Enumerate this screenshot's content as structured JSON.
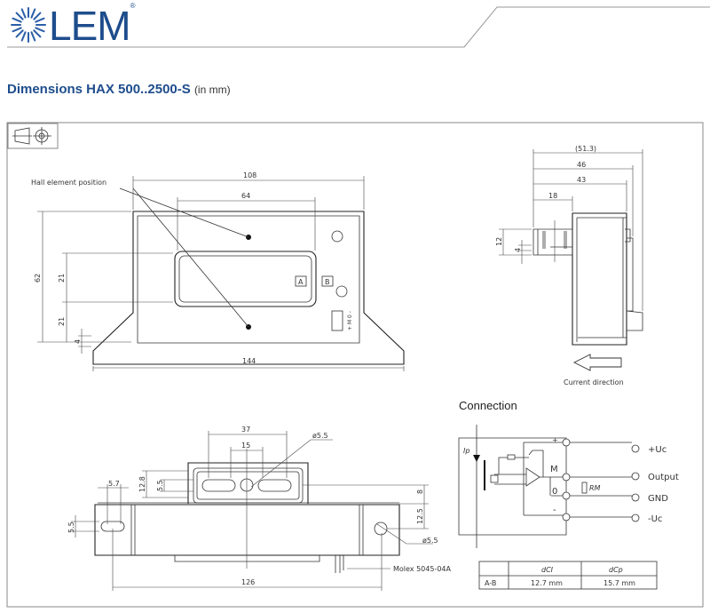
{
  "header": {
    "logo_text": "LEM",
    "registered_mark": "®"
  },
  "page": {
    "title": "Dimensions HAX 500..2500-S",
    "unit_note": "(in mm)"
  },
  "front_view": {
    "hall_label": "Hall element position",
    "dim_width_body": "108",
    "dim_aperture": "64",
    "dim_total_width": "144",
    "dim_height": "62",
    "dim_upper_21": "21",
    "dim_lower_21": "21",
    "dim_foot": "4",
    "label_a": "A",
    "label_b": "B",
    "connector_pins": "+ M 0 -"
  },
  "side_view": {
    "dim_51_3": "(51.3)",
    "dim_46": "46",
    "dim_43": "43",
    "dim_18": "18",
    "dim_12": "12",
    "dim_4": "4",
    "current_direction": "Current direction"
  },
  "bottom_view": {
    "dim_37": "37",
    "dim_15": "15",
    "dim_hole_top": "ø5.5",
    "dim_12_8": "12.8",
    "dim_5_5_slot": "5.5",
    "dim_5_7": "5.7",
    "dim_5_5_left": "5.5",
    "dim_8": "8",
    "dim_12_5": "12.5",
    "dim_hole_right": "ø5.5",
    "connector": "Molex 5045-04A",
    "dim_126": "126"
  },
  "connection": {
    "title": "Connection",
    "ip_label": "Ip",
    "rm_label": "RM",
    "pin_plus": "+",
    "pin_m": "M",
    "pin_0": "0",
    "pin_minus": "-",
    "terminals": [
      "+Uc",
      "Output",
      "GND",
      "-Uc"
    ]
  },
  "table": {
    "headers": [
      "",
      "dCI",
      "dCp"
    ],
    "rows": [
      [
        "A-B",
        "12.7  mm",
        "15.7  mm"
      ]
    ]
  }
}
